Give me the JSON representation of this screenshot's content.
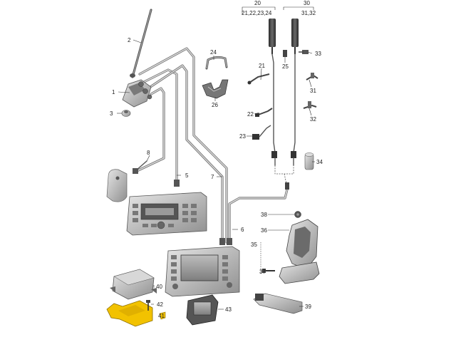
{
  "diagram": {
    "labels": {
      "p1": "1",
      "p2": "2",
      "p3": "3",
      "p5": "5",
      "p6": "6",
      "p7": "7",
      "p8": "8",
      "p20": "20",
      "p20sub": "21,22,23,24",
      "p21": "21",
      "p22": "22",
      "p23": "23",
      "p24": "24",
      "p25": "25",
      "p26": "26",
      "p30": "30",
      "p30sub": "31,32",
      "p31": "31",
      "p32": "32",
      "p33": "33",
      "p34": "34",
      "p35": "35",
      "p36": "36",
      "p37": "37",
      "p38": "38",
      "p39": "39",
      "p40": "40",
      "p41": "41",
      "p42": "42",
      "p43": "43"
    },
    "colors": {
      "part_gray": "#9a9a9a",
      "part_dark": "#3c3c3c",
      "highlight": "#f2c200"
    }
  }
}
